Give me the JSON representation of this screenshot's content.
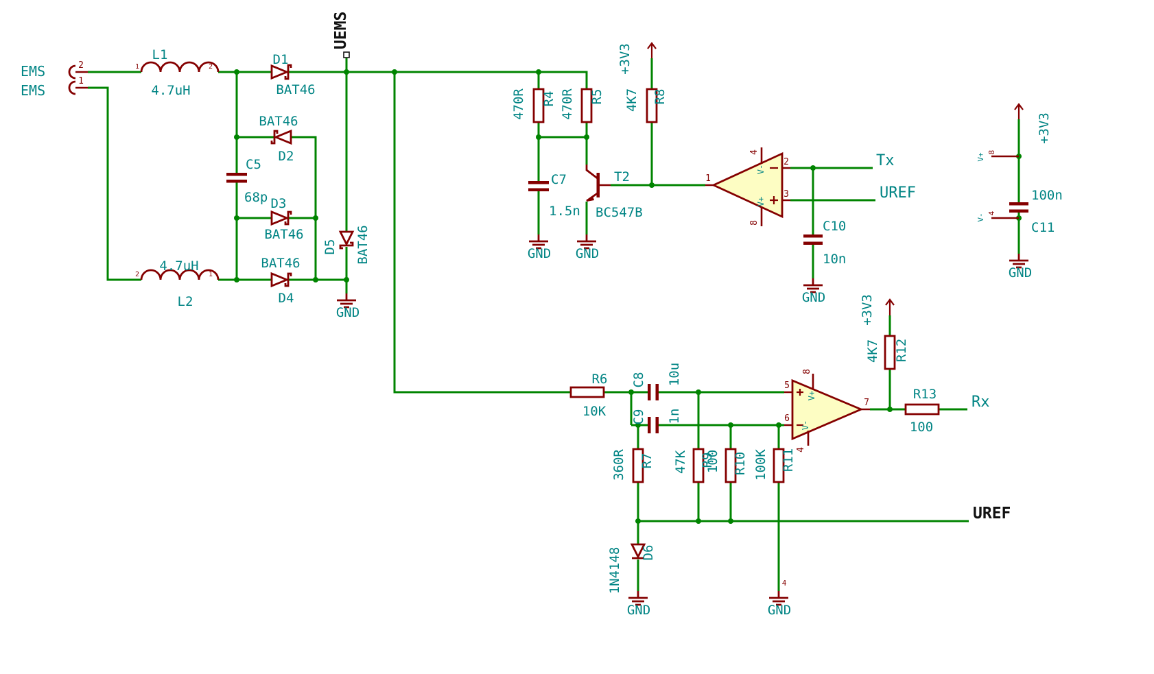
{
  "colors": {
    "wire": "#008400",
    "symbol": "#840000",
    "text": "#008484",
    "label": "#111111",
    "ampfill": "#fdfdc3",
    "bg": "#ffffff"
  },
  "connector": {
    "label_top": "EMS",
    "label_bottom": "EMS",
    "pin_top": "2",
    "pin_bottom": "1"
  },
  "nets": {
    "uems": "UEMS",
    "tx": "Tx",
    "uref": "UREF",
    "rx": "Rx",
    "gnd": "GND",
    "vcc": "+3V3"
  },
  "components": {
    "l1": {
      "ref": "L1",
      "value": "4.7uH",
      "pin1": "1",
      "pin2": "2"
    },
    "l2": {
      "ref": "L2",
      "value": "4.7uH",
      "pin1": "1",
      "pin2": "2"
    },
    "d1": {
      "ref": "D1",
      "value": "BAT46"
    },
    "d2": {
      "ref": "D2",
      "value": "BAT46"
    },
    "d3": {
      "ref": "D3",
      "value": "BAT46"
    },
    "d4": {
      "ref": "D4",
      "value": "BAT46"
    },
    "d5": {
      "ref": "D5",
      "value": "BAT46"
    },
    "d6": {
      "ref": "D6",
      "value": "1N4148"
    },
    "c5": {
      "ref": "C5",
      "value": "68p"
    },
    "c7": {
      "ref": "C7",
      "value": "1.5n"
    },
    "c8": {
      "ref": "C8",
      "value": "10u"
    },
    "c9": {
      "ref": "C9",
      "value": "1n"
    },
    "c10": {
      "ref": "C10",
      "value": "10n"
    },
    "c11": {
      "ref": "C11",
      "value": "100n"
    },
    "r4": {
      "ref": "R4",
      "value": "470R"
    },
    "r5": {
      "ref": "R5",
      "value": "470R"
    },
    "r6": {
      "ref": "R6",
      "value": "10K"
    },
    "r7": {
      "ref": "R7",
      "value": "360R"
    },
    "r8": {
      "ref": "R8",
      "value": "4K7"
    },
    "r9": {
      "ref": "R9",
      "value": "47K"
    },
    "r10": {
      "ref": "R10",
      "value": "100"
    },
    "r11": {
      "ref": "R11",
      "value": "100K"
    },
    "r12": {
      "ref": "R12",
      "value": "4K7"
    },
    "r13": {
      "ref": "R13",
      "value": "100"
    },
    "t2": {
      "ref": "T2",
      "value": "BC547B"
    }
  },
  "opamp": {
    "pin1": "1",
    "pin2": "2",
    "pin3": "3",
    "pin4": "4",
    "pin5": "5",
    "pin6": "6",
    "pin7": "7",
    "pin8": "8",
    "vplus": "V+",
    "vminus": "V-",
    "plus": "+",
    "minus": "-"
  }
}
